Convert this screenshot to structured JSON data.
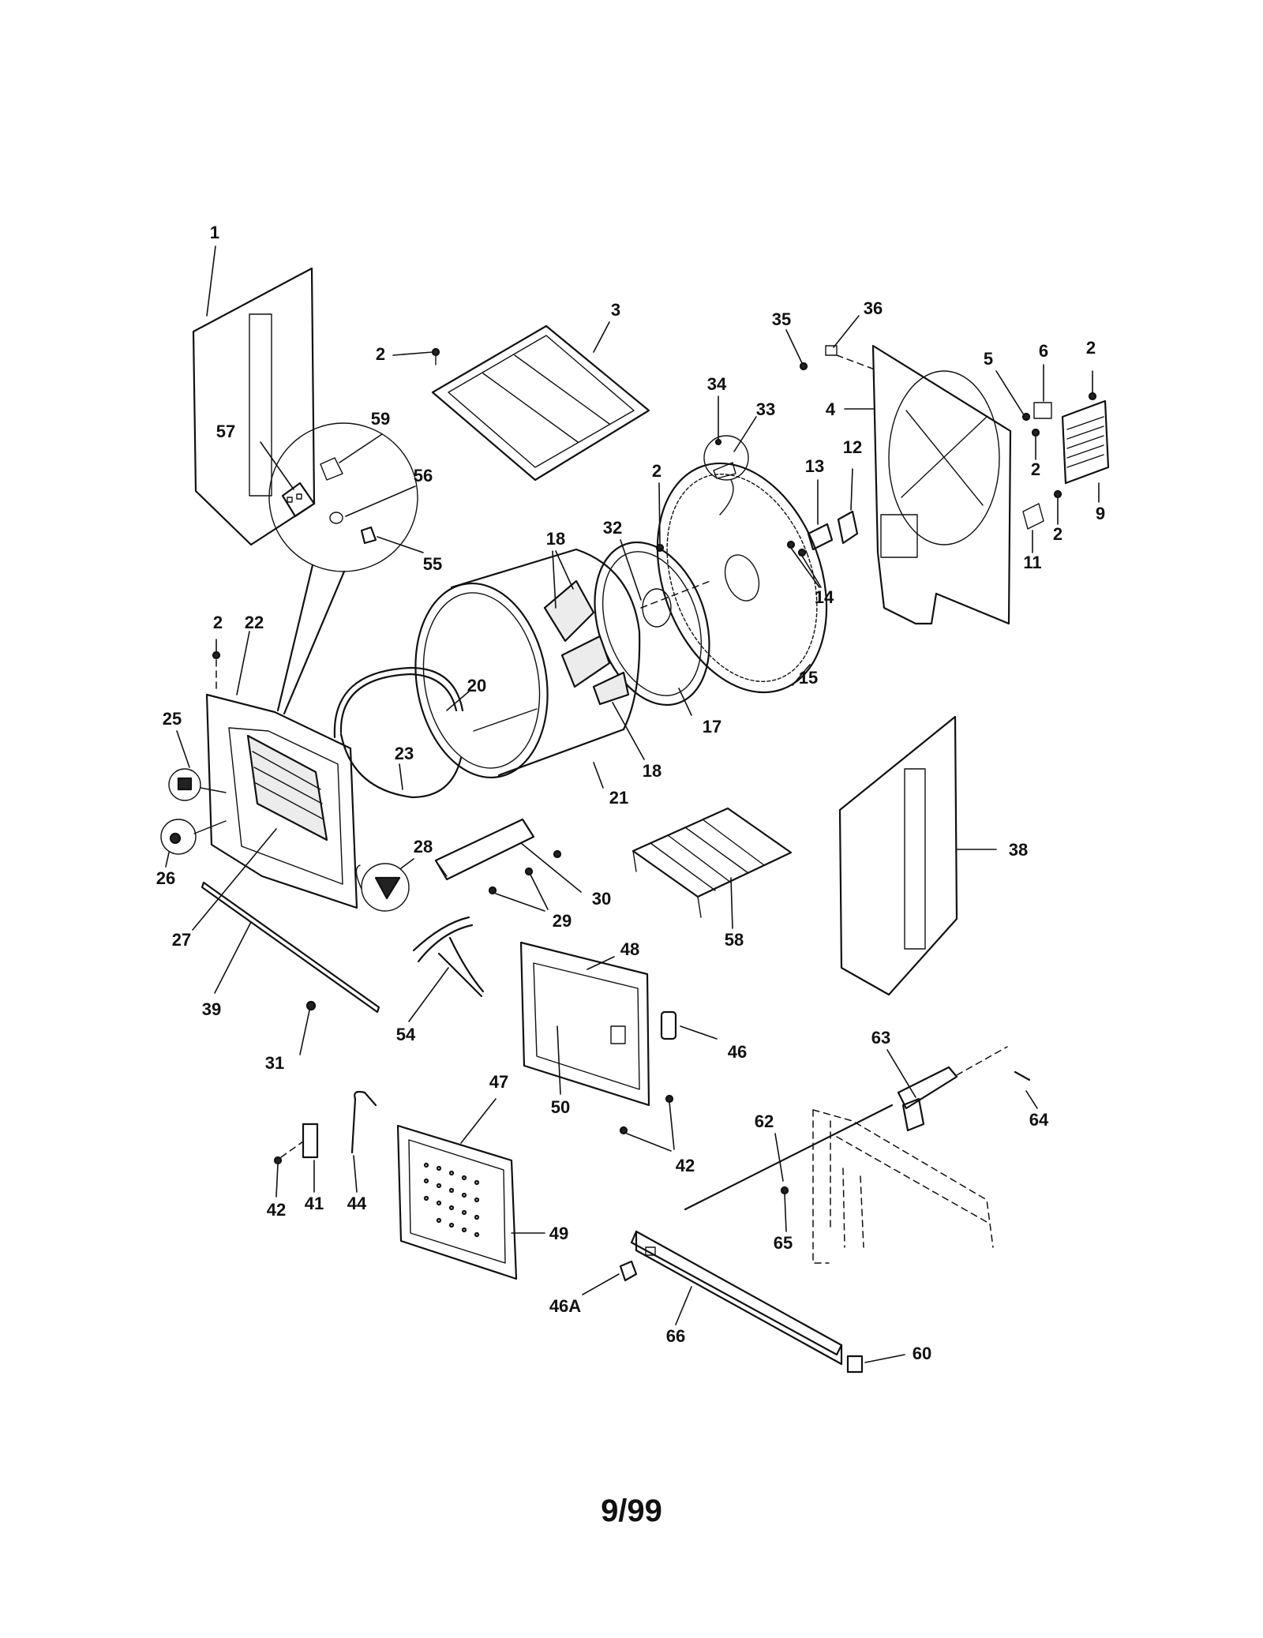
{
  "page_code": "9/99",
  "part_labels": [
    "1",
    "2",
    "3",
    "4",
    "5",
    "6",
    "9",
    "11",
    "12",
    "13",
    "14",
    "15",
    "17",
    "18",
    "20",
    "21",
    "22",
    "23",
    "25",
    "26",
    "27",
    "28",
    "29",
    "30",
    "31",
    "32",
    "33",
    "34",
    "35",
    "36",
    "38",
    "39",
    "41",
    "42",
    "44",
    "46",
    "46A",
    "47",
    "48",
    "49",
    "50",
    "54",
    "55",
    "56",
    "57",
    "58",
    "59",
    "60",
    "62",
    "63",
    "64",
    "65",
    "66"
  ]
}
